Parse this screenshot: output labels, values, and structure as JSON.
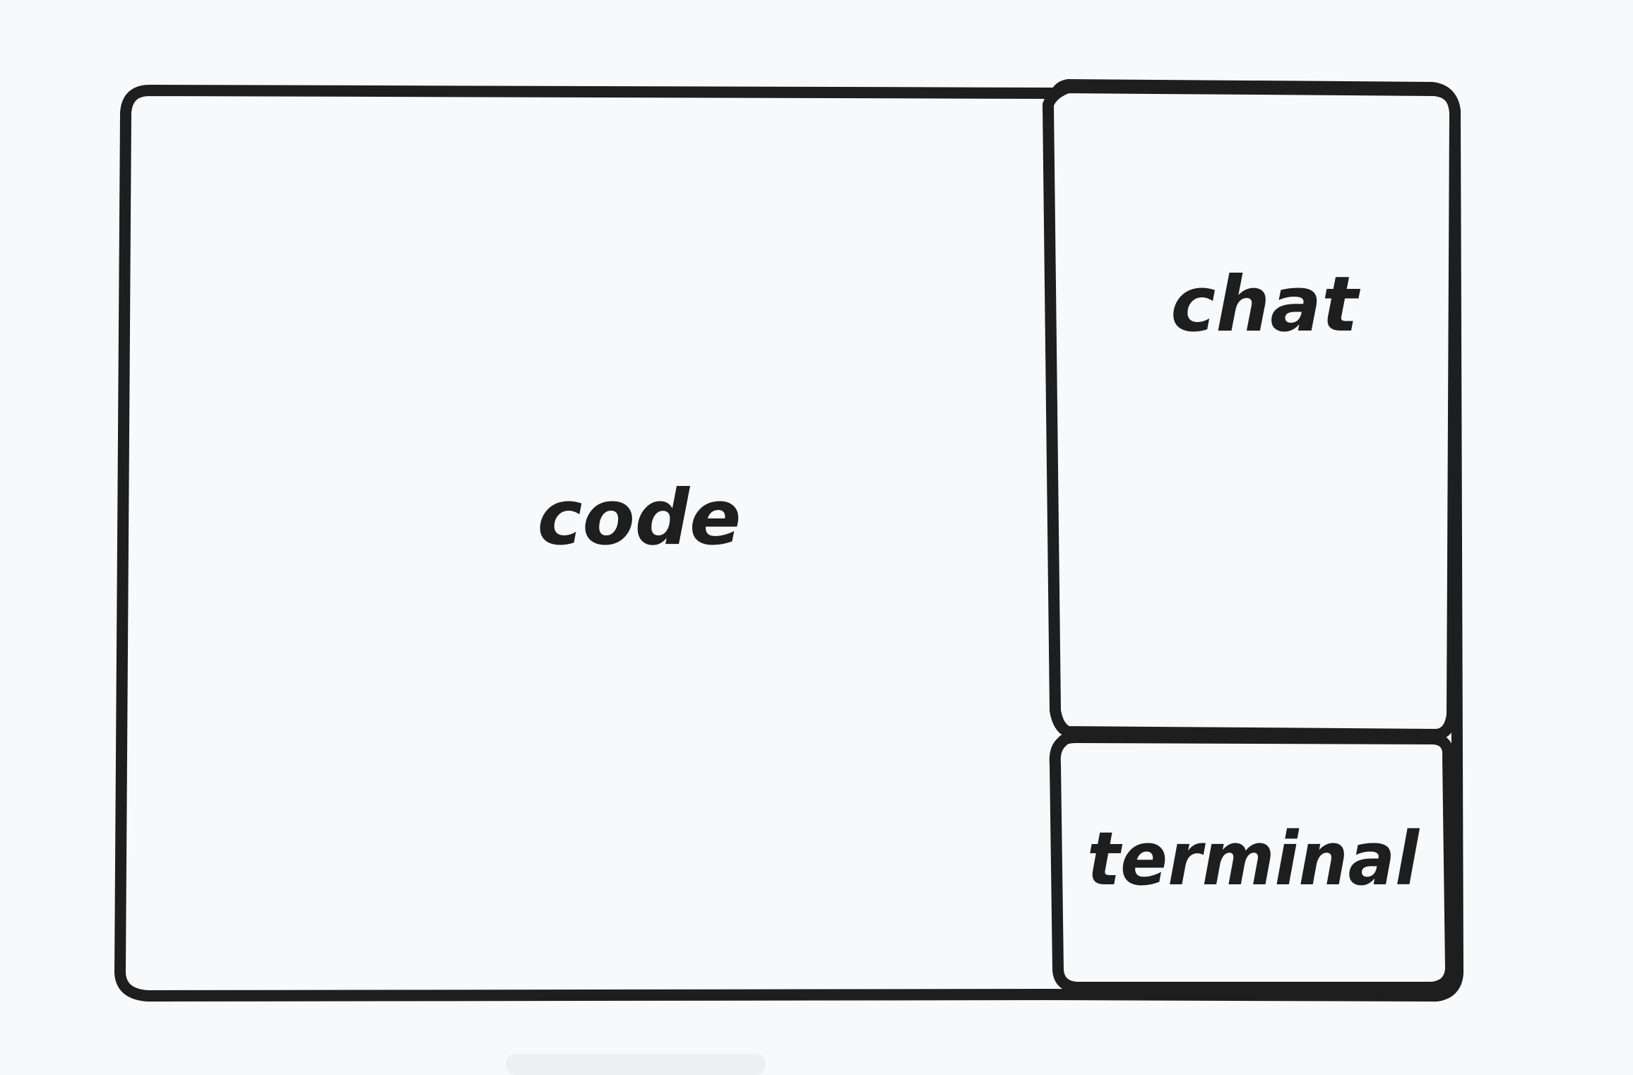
{
  "panels": {
    "code": {
      "label": "code"
    },
    "chat": {
      "label": "chat"
    },
    "terminal": {
      "label": "terminal"
    }
  },
  "colors": {
    "background": "#f8f9fa",
    "stroke": "#1e1e1e"
  }
}
